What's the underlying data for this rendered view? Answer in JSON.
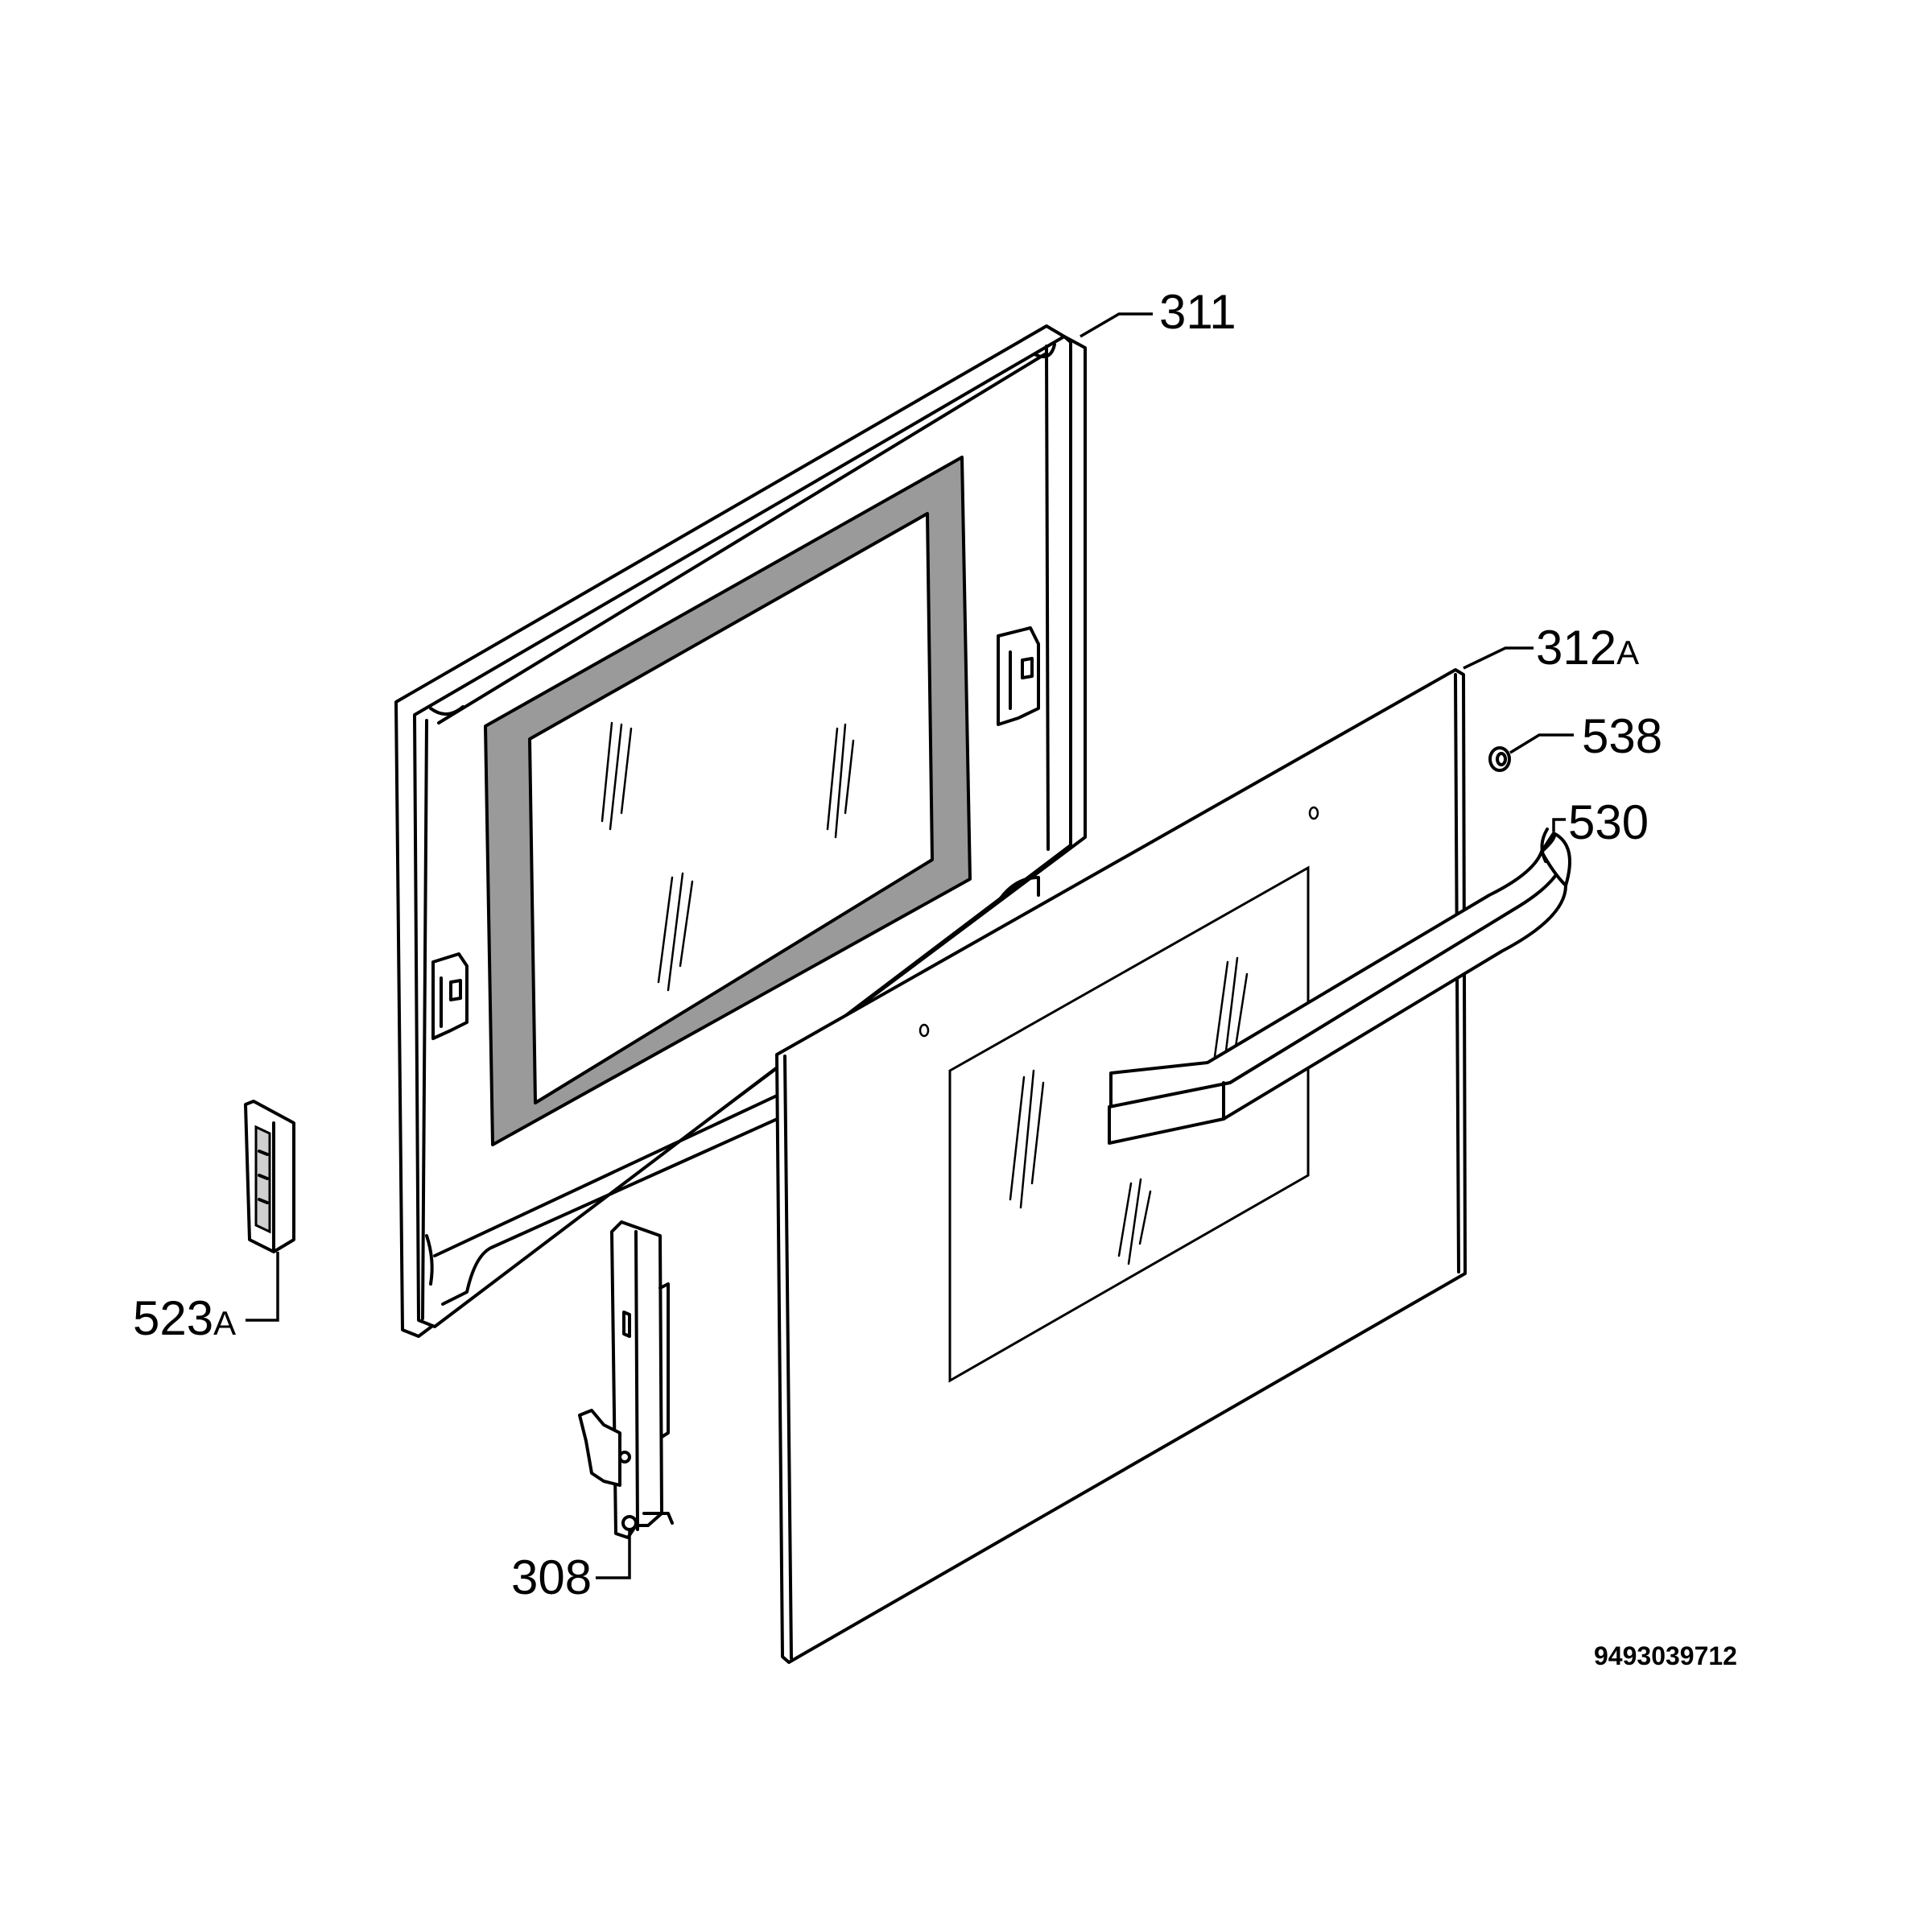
{
  "diagram": {
    "labels": {
      "inner_door": {
        "number": "311",
        "suffix": ""
      },
      "outer_glass": {
        "number": "312",
        "suffix": "A"
      },
      "cap": {
        "number": "538",
        "suffix": ""
      },
      "handle": {
        "number": "530",
        "suffix": ""
      },
      "hinge_cover": {
        "number": "523",
        "suffix": "A"
      },
      "hinge": {
        "number": "308",
        "suffix": ""
      }
    },
    "drawing_code": "9493039712"
  }
}
